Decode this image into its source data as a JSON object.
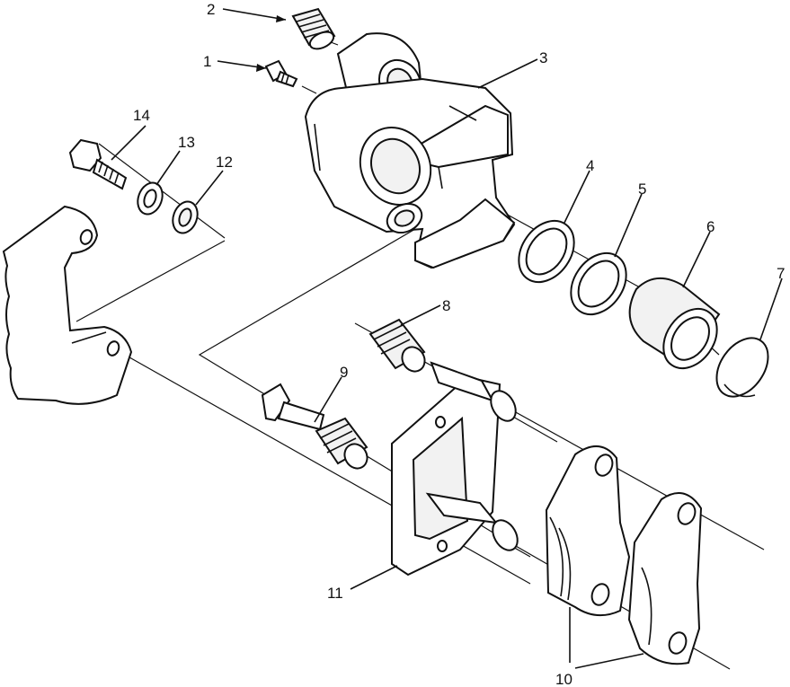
{
  "colors": {
    "ink": "#111111",
    "paper": "#ffffff"
  },
  "callouts": [
    {
      "id": "1",
      "text": "1"
    },
    {
      "id": "2",
      "text": "2"
    },
    {
      "id": "3",
      "text": "3"
    },
    {
      "id": "4",
      "text": "4"
    },
    {
      "id": "5",
      "text": "5"
    },
    {
      "id": "6",
      "text": "6"
    },
    {
      "id": "7",
      "text": "7"
    },
    {
      "id": "8",
      "text": "8"
    },
    {
      "id": "9",
      "text": "9"
    },
    {
      "id": "10",
      "text": "10"
    },
    {
      "id": "11",
      "text": "11"
    },
    {
      "id": "12",
      "text": "12"
    },
    {
      "id": "13",
      "text": "13"
    },
    {
      "id": "14",
      "text": "14"
    }
  ]
}
